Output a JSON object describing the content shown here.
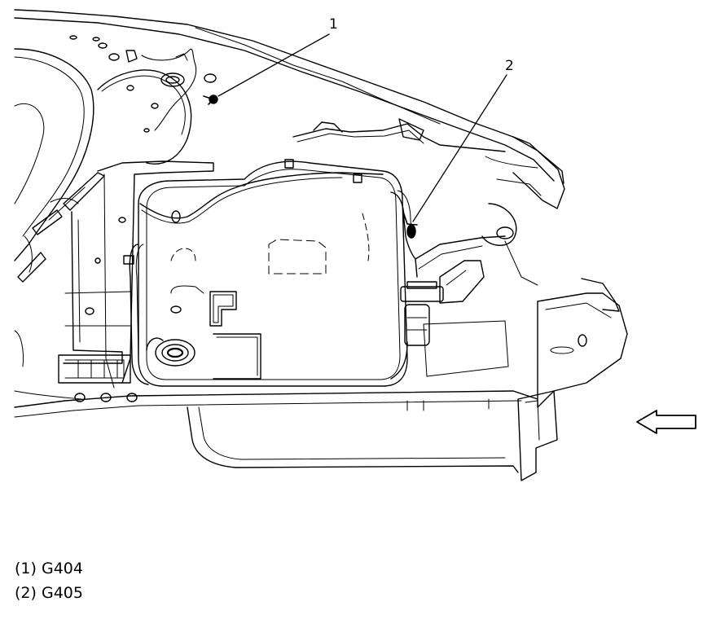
{
  "callouts": [
    {
      "number": "1"
    },
    {
      "number": "2"
    }
  ],
  "legend": [
    {
      "number": "(1)",
      "label": "G404"
    },
    {
      "number": "(2)",
      "label": "G405"
    }
  ],
  "icons": {
    "direction_arrow": "arrow-left-icon"
  }
}
